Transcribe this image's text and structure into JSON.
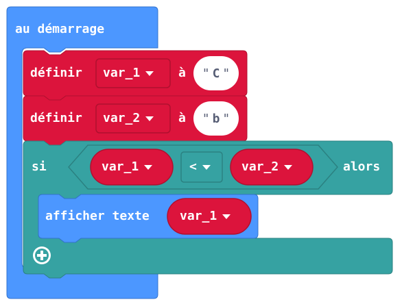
{
  "start_block": {
    "label": "au démarrage"
  },
  "set_blocks": [
    {
      "verb": "définir",
      "variable": "var_1",
      "connector": "à",
      "value": "C"
    },
    {
      "verb": "définir",
      "variable": "var_2",
      "connector": "à",
      "value": "b"
    }
  ],
  "if_block": {
    "if_label": "si",
    "then_label": "alors",
    "left_operand": "var_1",
    "operator": "<",
    "right_operand": "var_2"
  },
  "show_block": {
    "label": "afficher texte",
    "variable": "var_1"
  },
  "add_button": {
    "icon": "plus-circle-icon"
  },
  "colors": {
    "basic_blue": "#4c97ff",
    "variables_red": "#dc143c",
    "logic_teal": "#36a2a2",
    "string_white": "#ffffff"
  }
}
